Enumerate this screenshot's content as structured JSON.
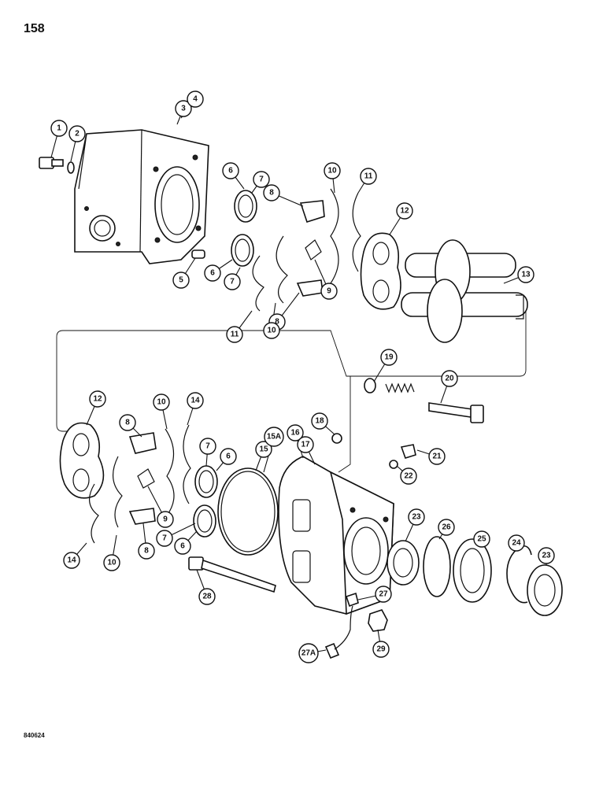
{
  "page": {
    "number": "158",
    "figure_code": "840624"
  },
  "callouts": [
    {
      "key": "c1",
      "label": "1"
    },
    {
      "key": "c2",
      "label": "2"
    },
    {
      "key": "c3",
      "label": "3"
    },
    {
      "key": "c4",
      "label": "4"
    },
    {
      "key": "c5",
      "label": "5"
    },
    {
      "key": "c6a",
      "label": "6"
    },
    {
      "key": "c6b",
      "label": "6"
    },
    {
      "key": "c6c",
      "label": "6"
    },
    {
      "key": "c6d",
      "label": "6"
    },
    {
      "key": "c7a",
      "label": "7"
    },
    {
      "key": "c7b",
      "label": "7"
    },
    {
      "key": "c7c",
      "label": "7"
    },
    {
      "key": "c7d",
      "label": "7"
    },
    {
      "key": "c8a",
      "label": "8"
    },
    {
      "key": "c8b",
      "label": "8"
    },
    {
      "key": "c8c",
      "label": "8"
    },
    {
      "key": "c8d",
      "label": "8"
    },
    {
      "key": "c9a",
      "label": "9"
    },
    {
      "key": "c9b",
      "label": "9"
    },
    {
      "key": "c10a",
      "label": "10"
    },
    {
      "key": "c10b",
      "label": "10"
    },
    {
      "key": "c10c",
      "label": "10"
    },
    {
      "key": "c10d",
      "label": "10"
    },
    {
      "key": "c11a",
      "label": "11"
    },
    {
      "key": "c11b",
      "label": "11"
    },
    {
      "key": "c12a",
      "label": "12"
    },
    {
      "key": "c12b",
      "label": "12"
    },
    {
      "key": "c13",
      "label": "13"
    },
    {
      "key": "c14a",
      "label": "14"
    },
    {
      "key": "c14b",
      "label": "14"
    },
    {
      "key": "c15",
      "label": "15"
    },
    {
      "key": "c15a",
      "label": "15A"
    },
    {
      "key": "c16",
      "label": "16"
    },
    {
      "key": "c17",
      "label": "17"
    },
    {
      "key": "c18",
      "label": "18"
    },
    {
      "key": "c19",
      "label": "19"
    },
    {
      "key": "c20",
      "label": "20"
    },
    {
      "key": "c21",
      "label": "21"
    },
    {
      "key": "c22",
      "label": "22"
    },
    {
      "key": "c23a",
      "label": "23"
    },
    {
      "key": "c23b",
      "label": "23"
    },
    {
      "key": "c24",
      "label": "24"
    },
    {
      "key": "c25",
      "label": "25"
    },
    {
      "key": "c26",
      "label": "26"
    },
    {
      "key": "c27",
      "label": "27"
    },
    {
      "key": "c27a",
      "label": "27A"
    },
    {
      "key": "c28",
      "label": "28"
    },
    {
      "key": "c29",
      "label": "29"
    }
  ]
}
